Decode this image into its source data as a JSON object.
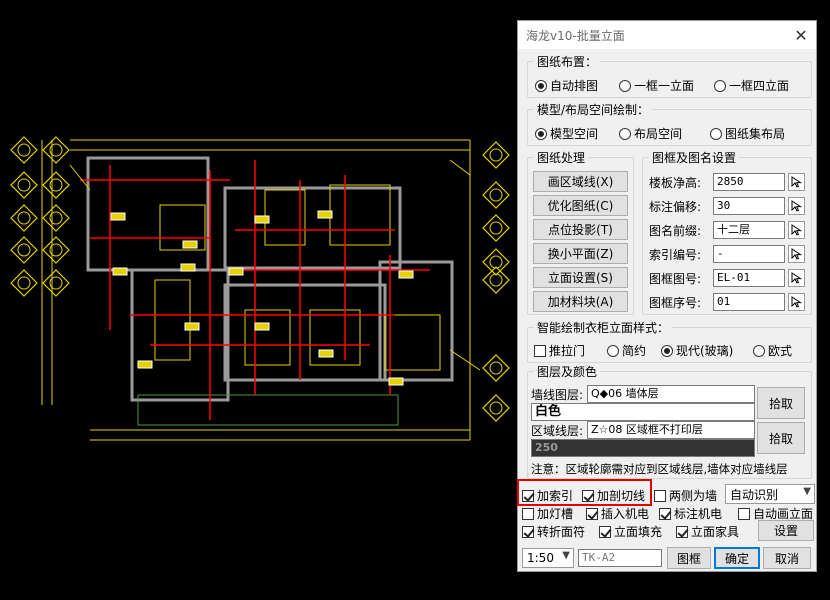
{
  "dialog": {
    "title": "海龙v10-批量立面",
    "close_symbol": "✕",
    "sheet_layout": {
      "legend": "图纸布置：",
      "options": [
        "自动排图",
        "一框一立面",
        "一框四立面"
      ],
      "selected": 0
    },
    "space": {
      "legend": "模型/布局空间绘制：",
      "options": [
        "模型空间",
        "布局空间",
        "图纸集布局"
      ],
      "selected": 0
    },
    "processing": {
      "legend": "图纸处理",
      "buttons": [
        "画区域线(X)",
        "优化图纸(C)",
        "点位投影(T)",
        "换小平面(Z)",
        "立面设置(S)",
        "加材料块(A)"
      ]
    },
    "frame_settings": {
      "legend": "图框及图名设置",
      "fields": [
        {
          "label": "楼板净高:",
          "value": "2850"
        },
        {
          "label": "标注偏移:",
          "value": "30"
        },
        {
          "label": "图名前缀:",
          "value": "十二层"
        },
        {
          "label": "索引编号:",
          "value": "-"
        },
        {
          "label": "图框图号:",
          "value": "EL-01"
        },
        {
          "label": "图框序号:",
          "value": "01"
        }
      ]
    },
    "wardrobe": {
      "legend": "智能绘制衣柜立面样式：",
      "checkbox_label": "推拉门",
      "checkbox_checked": false,
      "options": [
        "简约",
        "现代(玻璃)",
        "欧式"
      ],
      "selected": 1
    },
    "layers": {
      "legend": "图层及颜色",
      "wall_label": "墙线图层:",
      "wall_layer": "Q◆06 墙体层",
      "wall_color": "白色",
      "area_label": "区域线层:",
      "area_layer": "Z☆08 区域框不打印层",
      "area_color": "250",
      "pick_button": "拾取",
      "note": "注意：区域轮廓需对应到区域线层,墙体对应墙线层"
    },
    "options": {
      "row1": [
        {
          "label": "加索引",
          "checked": true
        },
        {
          "label": "加剖切线",
          "checked": true
        },
        {
          "label": "两侧为墙",
          "checked": false
        }
      ],
      "auto_detect": "自动识别",
      "row2": [
        {
          "label": "加灯槽",
          "checked": false
        },
        {
          "label": "插入机电",
          "checked": true
        },
        {
          "label": "标注机电",
          "checked": true
        },
        {
          "label": "自动画立面",
          "checked": false
        }
      ],
      "row3": [
        {
          "label": "转折面符",
          "checked": true
        },
        {
          "label": "立面填充",
          "checked": true
        },
        {
          "label": "立面家具",
          "checked": true
        }
      ],
      "settings_button": "设置"
    },
    "footer": {
      "scale": "1:50",
      "frame_name": "TK-A2",
      "frame_button": "图框",
      "ok_button": "确定",
      "cancel_button": "取消"
    }
  },
  "colors": {
    "highlight_box": "#e50000",
    "cad_background": "#000000",
    "cad_yellow": "#e6d200",
    "cad_red": "#ff0000",
    "cad_grey": "#9a9a9a"
  }
}
